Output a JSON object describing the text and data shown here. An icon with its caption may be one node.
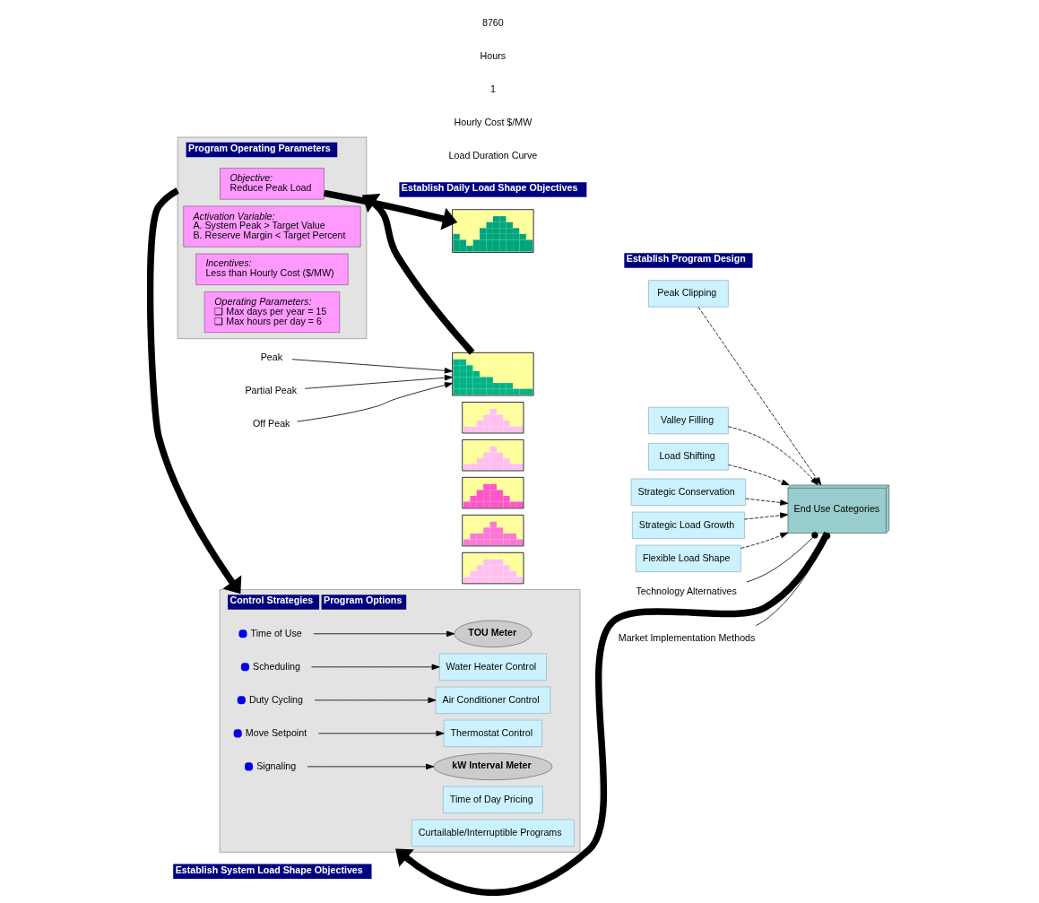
{
  "diagram": {
    "nodes": [
      {
        "text": [
          "Establish System Load Shape Objectives"
        ]
      },
      {
        "text": [],
        "shape": "picture"
      },
      {
        "text": [
          "Peak"
        ]
      },
      {
        "text": [
          "Partial Peak"
        ]
      },
      {
        "text": [
          "Off Peak"
        ]
      },
      {
        "text": [
          "Program Operating Parameters"
        ]
      },
      {
        "text": [
          "Objective:",
          "Reduce Peak Load"
        ],
        "in": 5
      },
      {
        "text": [
          "Activation Variable:",
          "A. System Peak > Target Value",
          "B. Reserve Margin < Target Percent"
        ],
        "in": 5
      },
      {
        "text": [
          "Incentives:",
          "Less than Hourly Cost ($/MW)"
        ],
        "in": 5
      },
      {
        "text": [
          "Operating Parameters:",
          "❑ Max days per year = 15",
          "❑ Max hours per day = 6"
        ],
        "in": 5
      },
      {
        "text": [
          "Establish Daily Load Shape Objectives"
        ]
      },
      {
        "text": [],
        "shape": "picture"
      },
      {
        "text": [
          "Peak Clipping"
        ]
      },
      {
        "text": [],
        "shape": "picture"
      },
      {
        "text": [
          "Valley Filling"
        ]
      },
      {
        "text": [],
        "shape": "picture"
      },
      {
        "text": [
          "Load Shifting"
        ]
      },
      {
        "text": [],
        "shape": "picture"
      },
      {
        "text": [
          "Strategic Conservation"
        ]
      },
      {
        "text": [],
        "shape": "picture"
      },
      {
        "text": [
          "Strategic Load Growth"
        ]
      },
      {
        "text": [],
        "shape": "picture"
      },
      {
        "text": [
          "Flexible Load Shape"
        ]
      },
      {
        "text": [
          "Establish Program Design"
        ]
      },
      {
        "text": [
          "Technology Alternatives"
        ]
      },
      {
        "text": [
          "End Use Categories"
        ]
      },
      {
        "text": [
          "Market Implementation Methods"
        ]
      },
      {
        "text": [
          "Control Strategies",
          "Program Options"
        ]
      },
      {
        "text": [
          "Time of Use"
        ],
        "in": 27
      },
      {
        "text": [
          "Scheduling"
        ],
        "in": 27
      },
      {
        "text": [
          "Duty Cycling"
        ],
        "in": 27
      },
      {
        "text": [
          "Move Setpoint"
        ],
        "in": 27
      },
      {
        "text": [
          "Signaling"
        ],
        "in": 27
      },
      {
        "text": [
          "TOU Meter"
        ],
        "in": 27
      },
      {
        "text": [
          "Time of Day Pricing"
        ],
        "in": 27
      },
      {
        "text": [
          "Water Heater Control"
        ],
        "in": 27
      },
      {
        "text": [
          "Air Conditioner Control"
        ],
        "in": 27
      },
      {
        "text": [
          "Thermostat Control"
        ],
        "in": 27
      },
      {
        "text": [
          "Curtailable/Interruptible Programs"
        ],
        "in": 27
      },
      {
        "text": [
          "kW Interval Meter"
        ],
        "in": 27
      }
    ],
    "edges": [
      {
        "from": 2,
        "to": 1,
        "arrow": "to"
      },
      {
        "from": 3,
        "to": 1,
        "arrow": "to"
      },
      {
        "from": 4,
        "to": 1,
        "arrow": "to"
      },
      {
        "from": 1,
        "to": 5,
        "arrow": "to",
        "style": "thick"
      },
      {
        "from": 6,
        "to": 11,
        "arrow": "to",
        "style": "thick"
      },
      {
        "from": 12,
        "to": 25,
        "arrow": "to",
        "style": "dashed"
      },
      {
        "from": 14,
        "to": 25,
        "arrow": "to",
        "style": "dashed"
      },
      {
        "from": 16,
        "to": 25,
        "arrow": "to",
        "style": "dashed"
      },
      {
        "from": 18,
        "to": 25,
        "arrow": "to",
        "style": "dashed"
      },
      {
        "from": 20,
        "to": 25,
        "arrow": "to",
        "style": "dashed"
      },
      {
        "from": 22,
        "to": 25,
        "arrow": "to",
        "style": "dashed"
      },
      {
        "from": 24,
        "to": 25,
        "arrow": "other"
      },
      {
        "from": 26,
        "to": 25,
        "arrow": "other"
      },
      {
        "from": 25,
        "to": 27,
        "arrow": "to",
        "style": "thick"
      },
      {
        "from": 5,
        "to": 27,
        "arrow": "to",
        "style": "thick"
      },
      {
        "from": 28,
        "to": 33,
        "arrow": "to"
      },
      {
        "from": 29,
        "to": 35,
        "arrow": "to"
      },
      {
        "from": 30,
        "to": 36,
        "arrow": "to"
      },
      {
        "from": 31,
        "to": 37,
        "arrow": "to"
      },
      {
        "from": 32,
        "to": 39,
        "arrow": "to"
      }
    ],
    "labels": [
      "Load Duration Curve",
      "Hourly Cost $/MW",
      "1",
      "Hours",
      "8760"
    ]
  }
}
